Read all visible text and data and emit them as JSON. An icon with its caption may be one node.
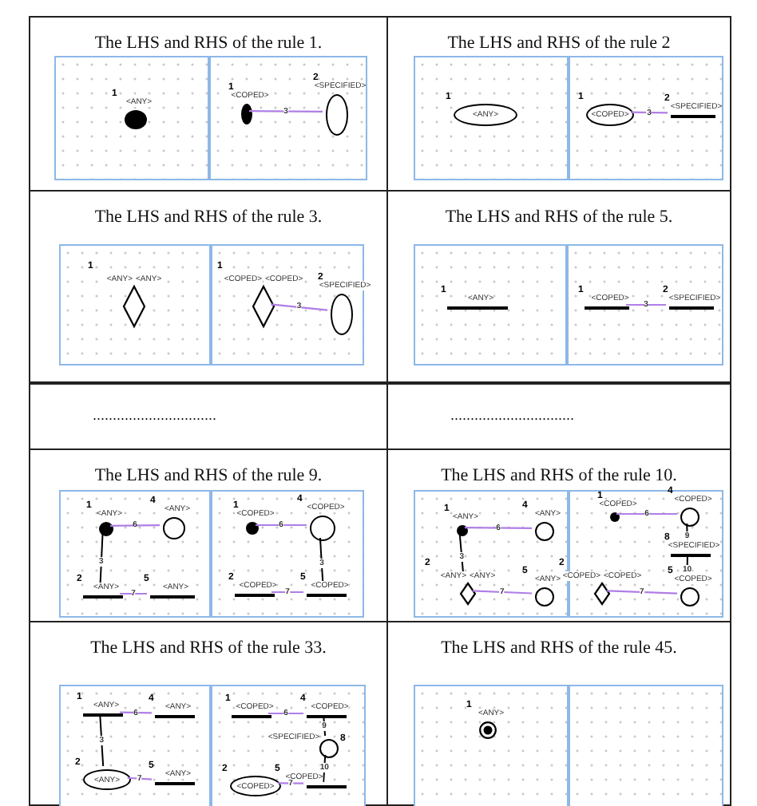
{
  "diagram": {
    "nodes": [
      {
        "text": [
          "The LHS and RHS of the rule 1."
        ]
      },
      {
        "text": [],
        "shape": "box",
        "in": 0
      },
      {
        "text": [],
        "shape": "circle",
        "in": 1,
        "beside": [
          "1",
          "<ANY>"
        ]
      },
      {
        "text": [],
        "shape": "box",
        "in": 0
      },
      {
        "text": [],
        "shape": "circle",
        "in": 3,
        "beside": [
          "1",
          "<COPED>"
        ]
      },
      {
        "text": [],
        "shape": "circle",
        "in": 3,
        "beside": [
          "2",
          "<SPECIFIED>"
        ]
      },
      {
        "text": [
          "The LHS and RHS of the rule 2"
        ]
      },
      {
        "text": [],
        "shape": "box",
        "in": 6
      },
      {
        "text": [
          "<ANY>"
        ],
        "in": 7,
        "beside": [
          "1"
        ]
      },
      {
        "text": [],
        "shape": "box",
        "in": 6
      },
      {
        "text": [
          "<COPED>"
        ],
        "in": 9,
        "beside": [
          "1"
        ]
      },
      {
        "text": [],
        "shape": "bar",
        "in": 9,
        "beside": [
          "2",
          "<SPECIFIED>"
        ]
      },
      {
        "text": [
          "The LHS and RHS of the rule 3."
        ]
      },
      {
        "text": [],
        "shape": "box",
        "in": 12
      },
      {
        "text": [],
        "shape": "diamond",
        "in": 13,
        "beside": [
          "1",
          "<ANY>",
          "<ANY>"
        ]
      },
      {
        "text": [],
        "shape": "box",
        "in": 12
      },
      {
        "text": [],
        "shape": "diamond",
        "in": 15,
        "beside": [
          "1",
          "<COPED>",
          "<COPED>"
        ]
      },
      {
        "text": [],
        "shape": "circle",
        "in": 15,
        "beside": [
          "2",
          "<SPECIFIED>"
        ]
      },
      {
        "text": [
          "The LHS and RHS of the rule 5."
        ]
      },
      {
        "text": [],
        "shape": "box",
        "in": 18
      },
      {
        "text": [],
        "shape": "bar",
        "in": 19,
        "beside": [
          "1",
          "<ANY>"
        ]
      },
      {
        "text": [],
        "shape": "box",
        "in": 18
      },
      {
        "text": [],
        "shape": "bar",
        "in": 21,
        "beside": [
          "1",
          "<COPED>"
        ]
      },
      {
        "text": [],
        "shape": "bar",
        "in": 21,
        "beside": [
          "2",
          "<SPECIFIED>"
        ]
      },
      {
        "text": [
          "The LHS and RHS of the rule 9."
        ]
      },
      {
        "text": [],
        "shape": "box",
        "in": 24
      },
      {
        "text": [],
        "shape": "circle",
        "in": 25,
        "beside": [
          "1",
          "<ANY>"
        ]
      },
      {
        "text": [],
        "shape": "circle",
        "in": 25,
        "beside": [
          "4",
          "<ANY>"
        ]
      },
      {
        "text": [],
        "shape": "bar",
        "in": 25,
        "beside": [
          "2",
          "<ANY>"
        ]
      },
      {
        "text": [],
        "shape": "bar",
        "in": 25,
        "beside": [
          "5",
          "<ANY>"
        ]
      },
      {
        "text": [],
        "shape": "box",
        "in": 24
      },
      {
        "text": [],
        "shape": "circle",
        "in": 30,
        "beside": [
          "1",
          "<COPED>"
        ]
      },
      {
        "text": [],
        "shape": "circle",
        "in": 30,
        "beside": [
          "4",
          "<COPED>"
        ]
      },
      {
        "text": [],
        "shape": "bar",
        "in": 30,
        "beside": [
          "2",
          "<COPED>"
        ]
      },
      {
        "text": [],
        "shape": "bar",
        "in": 30,
        "beside": [
          "5",
          "<COPED>"
        ]
      },
      {
        "text": [
          "The LHS and RHS of the rule 10."
        ]
      },
      {
        "text": [],
        "shape": "box",
        "in": 35
      },
      {
        "text": [],
        "shape": "circle",
        "in": 36,
        "beside": [
          "1",
          "<ANY>"
        ]
      },
      {
        "text": [],
        "shape": "circle",
        "in": 36,
        "beside": [
          "4",
          "<ANY>"
        ]
      },
      {
        "text": [],
        "shape": "diamond",
        "in": 36,
        "beside": [
          "2",
          "<ANY>",
          "<ANY>"
        ]
      },
      {
        "text": [],
        "shape": "circle",
        "in": 36,
        "beside": [
          "5",
          "<ANY>"
        ]
      },
      {
        "text": [],
        "shape": "box",
        "in": 35
      },
      {
        "text": [],
        "shape": "circle",
        "in": 41,
        "beside": [
          "1",
          "<COPED>"
        ]
      },
      {
        "text": [],
        "shape": "circle",
        "in": 41,
        "beside": [
          "4",
          "<COPED>"
        ]
      },
      {
        "text": [],
        "shape": "bar",
        "in": 41,
        "beside": [
          "8",
          "<SPECIFIED>"
        ]
      },
      {
        "text": [],
        "shape": "diamond",
        "in": 41,
        "beside": [
          "2",
          "<COPED>",
          "<COPED>"
        ]
      },
      {
        "text": [],
        "shape": "circle",
        "in": 41,
        "beside": [
          "5",
          "<COPED>"
        ]
      },
      {
        "text": [
          "The LHS and RHS of the rule 33."
        ]
      },
      {
        "text": [],
        "shape": "box",
        "in": 47
      },
      {
        "text": [],
        "shape": "bar",
        "in": 48,
        "beside": [
          "1",
          "<ANY>"
        ]
      },
      {
        "text": [],
        "shape": "bar",
        "in": 48,
        "beside": [
          "4",
          "<ANY>"
        ]
      },
      {
        "text": [
          "<ANY>"
        ],
        "in": 48,
        "beside": [
          "2"
        ]
      },
      {
        "text": [],
        "shape": "bar",
        "in": 48,
        "beside": [
          "5",
          "<ANY>"
        ]
      },
      {
        "text": [],
        "shape": "box",
        "in": 47
      },
      {
        "text": [],
        "shape": "bar",
        "in": 53,
        "beside": [
          "1",
          "<COPED>"
        ]
      },
      {
        "text": [],
        "shape": "bar",
        "in": 53,
        "beside": [
          "4",
          "<COPED>"
        ]
      },
      {
        "text": [],
        "shape": "circle",
        "in": 53,
        "beside": [
          "8",
          "<SPECIFIED>"
        ]
      },
      {
        "text": [
          "<COPED>"
        ],
        "in": 53,
        "beside": [
          "2"
        ]
      },
      {
        "text": [],
        "shape": "bar",
        "in": 53,
        "beside": [
          "5",
          "<COPED>"
        ]
      },
      {
        "text": [
          "The LHS and RHS of the rule 45."
        ]
      },
      {
        "text": [],
        "shape": "box",
        "in": 59
      },
      {
        "text": [],
        "shape": "circle",
        "in": 60,
        "beside": [
          "1",
          "<ANY>"
        ]
      },
      {
        "text": [],
        "shape": "box",
        "in": 59
      }
    ],
    "edges": [
      {
        "from": 4,
        "to": 5,
        "arrow": "none",
        "label": "3"
      },
      {
        "from": 10,
        "to": 11,
        "arrow": "none",
        "label": "3"
      },
      {
        "from": 16,
        "to": 17,
        "arrow": "none",
        "label": "3"
      },
      {
        "from": 22,
        "to": 23,
        "arrow": "none",
        "label": "3"
      },
      {
        "from": 26,
        "to": 27,
        "arrow": "none",
        "label": "6"
      },
      {
        "from": 28,
        "to": 29,
        "arrow": "none",
        "label": "7"
      },
      {
        "from": 26,
        "to": 28,
        "arrow": "none",
        "label": "3",
        "color": "#000000"
      },
      {
        "from": 31,
        "to": 32,
        "arrow": "none",
        "label": "6"
      },
      {
        "from": 33,
        "to": 34,
        "arrow": "none",
        "label": "7"
      },
      {
        "from": 32,
        "to": 34,
        "arrow": "none",
        "label": "3",
        "color": "#000000"
      },
      {
        "from": 37,
        "to": 38,
        "arrow": "none",
        "label": "6"
      },
      {
        "from": 39,
        "to": 40,
        "arrow": "none",
        "label": "7"
      },
      {
        "from": 37,
        "to": 39,
        "arrow": "none",
        "label": "3",
        "color": "#000000"
      },
      {
        "from": 42,
        "to": 43,
        "arrow": "none",
        "label": "6"
      },
      {
        "from": 43,
        "to": 44,
        "arrow": "none",
        "label": "9",
        "color": "#000000"
      },
      {
        "from": 44,
        "to": 46,
        "arrow": "none",
        "label": "10",
        "color": "#000000"
      },
      {
        "from": 45,
        "to": 46,
        "arrow": "none",
        "label": "7"
      },
      {
        "from": 49,
        "to": 50,
        "arrow": "none",
        "label": "6"
      },
      {
        "from": 51,
        "to": 52,
        "arrow": "none",
        "label": "7"
      },
      {
        "from": 49,
        "to": 51,
        "arrow": "none",
        "label": "3",
        "color": "#000000"
      },
      {
        "from": 54,
        "to": 55,
        "arrow": "none",
        "label": "6"
      },
      {
        "from": 55,
        "to": 56,
        "arrow": "none",
        "label": "9",
        "color": "#000000"
      },
      {
        "from": 56,
        "to": 58,
        "arrow": "none",
        "label": "10",
        "color": "#000000"
      },
      {
        "from": 57,
        "to": 58,
        "arrow": "none",
        "label": "7"
      }
    ],
    "labels": [
      "...............................",
      "..............................."
    ]
  }
}
